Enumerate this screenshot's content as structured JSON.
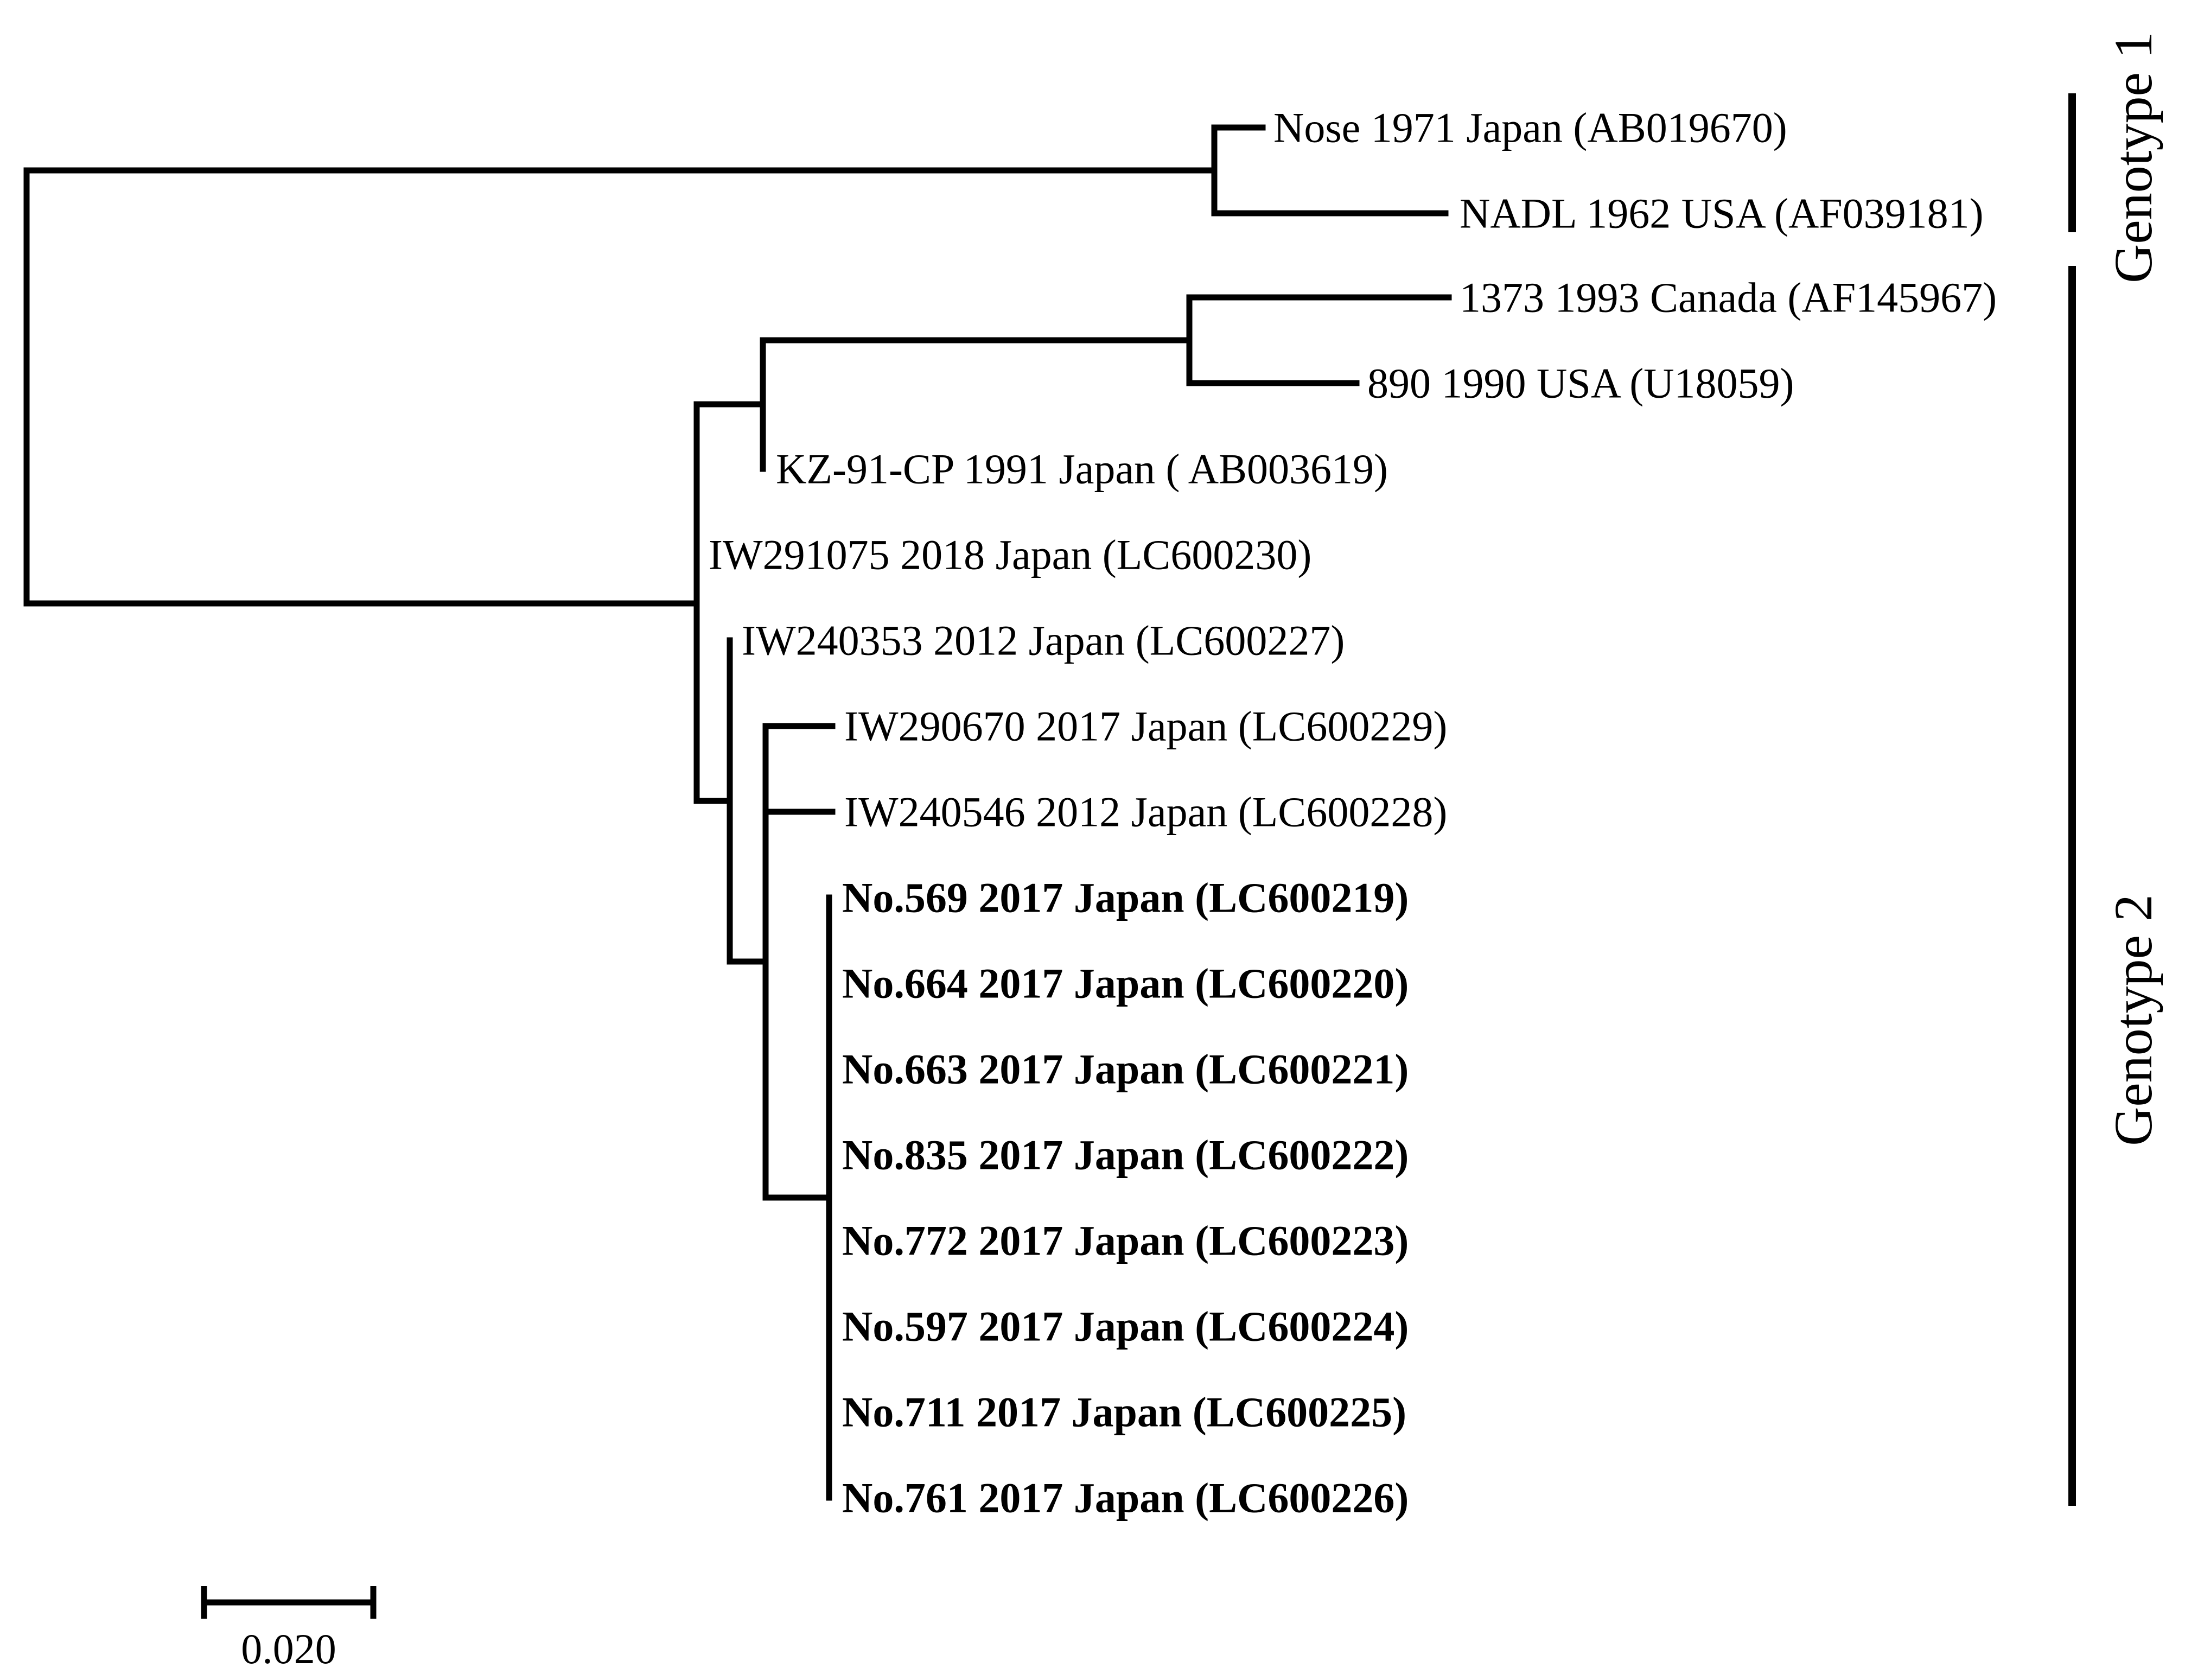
{
  "figure": {
    "type": "phylogenetic-tree",
    "orientation": "rectangular, root at left, tip labels at right",
    "colors": {
      "foreground": "#000000",
      "background": "#ffffff"
    }
  },
  "taxa": [
    {
      "label": "Nose 1971 Japan (AB019670)",
      "bold": false,
      "genotype": "Genotype 1"
    },
    {
      "label": "NADL 1962 USA (AF039181)",
      "bold": false,
      "genotype": "Genotype 1"
    },
    {
      "label": "1373 1993 Canada (AF145967)",
      "bold": false,
      "genotype": "Genotype 2"
    },
    {
      "label": "890 1990 USA (U18059)",
      "bold": false,
      "genotype": "Genotype 2"
    },
    {
      "label": "KZ-91-CP 1991 Japan ( AB003619)",
      "bold": false,
      "genotype": "Genotype 2"
    },
    {
      "label": "IW291075 2018 Japan (LC600230)",
      "bold": false,
      "genotype": "Genotype 2"
    },
    {
      "label": "IW240353 2012 Japan (LC600227)",
      "bold": false,
      "genotype": "Genotype 2"
    },
    {
      "label": "IW290670 2017 Japan (LC600229)",
      "bold": false,
      "genotype": "Genotype 2"
    },
    {
      "label": "IW240546 2012 Japan (LC600228)",
      "bold": false,
      "genotype": "Genotype 2"
    },
    {
      "label": "No.569 2017 Japan (LC600219)",
      "bold": true,
      "genotype": "Genotype 2"
    },
    {
      "label": "No.664 2017 Japan (LC600220)",
      "bold": true,
      "genotype": "Genotype 2"
    },
    {
      "label": "No.663 2017 Japan (LC600221)",
      "bold": true,
      "genotype": "Genotype 2"
    },
    {
      "label": "No.835 2017 Japan (LC600222)",
      "bold": true,
      "genotype": "Genotype 2"
    },
    {
      "label": "No.772 2017 Japan (LC600223)",
      "bold": true,
      "genotype": "Genotype 2"
    },
    {
      "label": "No.597 2017 Japan (LC600224)",
      "bold": true,
      "genotype": "Genotype 2"
    },
    {
      "label": "No.711 2017 Japan (LC600225)",
      "bold": true,
      "genotype": "Genotype 2"
    },
    {
      "label": "No.761 2017 Japan (LC600226)",
      "bold": true,
      "genotype": "Genotype 2"
    }
  ],
  "genotypes": [
    {
      "label": "Genotype 1",
      "member_indices": [
        0,
        1
      ]
    },
    {
      "label": "Genotype 2",
      "member_indices": [
        2,
        3,
        4,
        5,
        6,
        7,
        8,
        9,
        10,
        11,
        12,
        13,
        14,
        15,
        16
      ]
    }
  ],
  "topology": {
    "root": [
      {
        "clade": [
          0,
          1
        ]
      },
      {
        "clade": [
          {
            "clade": [
              {
                "clade": [
                  2,
                  3
                ]
              },
              4
            ]
          },
          5,
          {
            "clade": [
              6,
              {
                "clade": [
                  7,
                  8,
                  {
                    "clade": [
                      9,
                      10,
                      11,
                      12,
                      13,
                      14,
                      15,
                      16
                    ]
                  }
                ]
              }
            ]
          }
        ]
      }
    ]
  },
  "scale_bar": {
    "label": "0.020"
  }
}
